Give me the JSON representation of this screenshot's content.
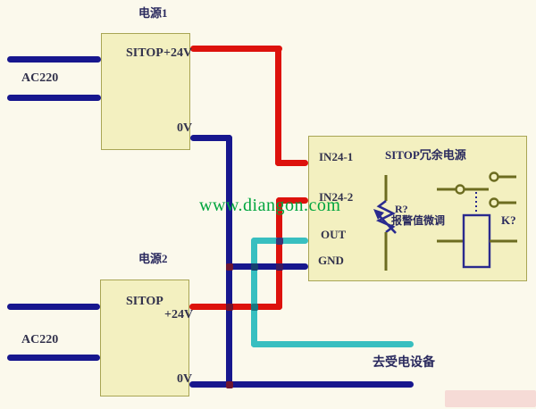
{
  "watermark": "www.diangon.com",
  "psu1": {
    "title": "电源1",
    "brand": "SITOP",
    "out_pos": "+24V",
    "out_neg": "0V",
    "input": "AC220"
  },
  "psu2": {
    "title": "电源2",
    "brand": "SITOP",
    "out_pos": "+24V",
    "out_neg": "0V",
    "input": "AC220"
  },
  "module": {
    "title": "SITOP冗余电源",
    "in1": "IN24-1",
    "in2": "IN24-2",
    "out": "OUT",
    "gnd": "GND",
    "pot_label": "R?",
    "pot_desc": "报警值微调",
    "relay_label": "K?"
  },
  "load_label": "去受电设备",
  "colors": {
    "wire_live": "#dd120c",
    "wire_neutral": "#17178e",
    "wire_out": "#38bfc0",
    "watermark_green": "#00a53e",
    "box_fill": "#f3f0c0",
    "box_border": "#a8a554",
    "background": "#fbf9ec",
    "symbol_olive": "#6c6c20",
    "symbol_navy": "#2a2a8e"
  }
}
